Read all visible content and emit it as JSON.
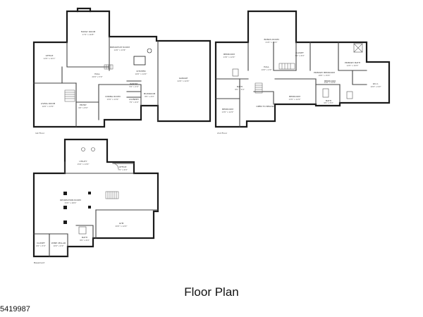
{
  "title": "Floor Plan",
  "listing_id": "5419987",
  "floors": [
    {
      "caption": "1st Floor",
      "rooms": [
        {
          "id": "family",
          "name": "FAMILY ROOM",
          "dims": "17'4\" x 16'8\""
        },
        {
          "id": "office",
          "name": "OFFICE",
          "dims": "12'0\" x 10'1\""
        },
        {
          "id": "breakfast",
          "name": "BREAKFAST ROOM",
          "dims": "14'0\" x 13'6\""
        },
        {
          "id": "kitchen",
          "name": "KITCHEN",
          "dims": "16'0\" x 14'0\""
        },
        {
          "id": "garage",
          "name": "GARAGE",
          "dims": "22'0\" x 22'6\""
        },
        {
          "id": "hall1",
          "name": "HALL",
          "dims": "20'0\" x 5'0\""
        },
        {
          "id": "living",
          "name": "LIVING ROOM",
          "dims": "16'0\" x 13'0\""
        },
        {
          "id": "dining",
          "name": "DINING ROOM",
          "dims": "15'0\" x 13'0\""
        },
        {
          "id": "entry",
          "name": "ENTRY",
          "dims": "9'0\" x 8'0\""
        },
        {
          "id": "pantry",
          "name": "PANTRY",
          "dims": "5'0\" x 4'0\""
        },
        {
          "id": "mudroom",
          "name": "MUDROOM",
          "dims": "8'0\" x 6'0\""
        },
        {
          "id": "laundry",
          "name": "LAUNDRY",
          "dims": "7'0\" x 6'0\""
        }
      ]
    },
    {
      "caption": "2nd Floor",
      "rooms": [
        {
          "id": "bonus",
          "name": "BONUS ROOM",
          "dims": "21'0\" x 15'0\""
        },
        {
          "id": "bed1",
          "name": "BEDROOM",
          "dims": "13'0\" x 12'0\""
        },
        {
          "id": "closet",
          "name": "CLOSET",
          "dims": "7'0\" x 6'0\""
        },
        {
          "id": "primary",
          "name": "PRIMARY BEDROOM",
          "dims": "18'0\" x 15'0\""
        },
        {
          "id": "primbath",
          "name": "PRIMARY BATH",
          "dims": "12'0\" x 10'0\""
        },
        {
          "id": "wic",
          "name": "W.I.C.",
          "dims": "10'0\" x 9'0\""
        },
        {
          "id": "hall2",
          "name": "HALL",
          "dims": "14'0\" x 4'0\""
        },
        {
          "id": "bed2",
          "name": "BEDROOM",
          "dims": "13'0\" x 12'0\""
        },
        {
          "id": "bed3",
          "name": "BEDROOM",
          "dims": "13'0\" x 12'0\""
        },
        {
          "id": "bed4",
          "name": "BEDROOM",
          "dims": "14'0\" x 12'0\""
        },
        {
          "id": "bath2",
          "name": "BATH",
          "dims": "8'0\" x 5'0\""
        },
        {
          "id": "bath3",
          "name": "BATH",
          "dims": "9'0\" x 5'0\""
        },
        {
          "id": "open",
          "name": "OPEN TO BELOW",
          "dims": ""
        }
      ]
    },
    {
      "caption": "Basement",
      "rooms": [
        {
          "id": "utility",
          "name": "UTILITY",
          "dims": "15'0\" x 13'0\""
        },
        {
          "id": "office2",
          "name": "OFFICE",
          "dims": "7'0\" x 6'0\""
        },
        {
          "id": "rec",
          "name": "RECREATION ROOM",
          "dims": "33'0\" x 28'0\""
        },
        {
          "id": "gym",
          "name": "GYM",
          "dims": "20'0\" x 12'0\""
        },
        {
          "id": "closet_b",
          "name": "CLOSET",
          "dims": "6'0\" x 5'0\""
        },
        {
          "id": "wine",
          "name": "WINE CELLAR",
          "dims": "10'0\" x 6'0\""
        },
        {
          "id": "bath_b",
          "name": "BATH",
          "dims": "8'0\" x 6'0\""
        }
      ]
    }
  ],
  "colors": {
    "wall": "#1a1a1a",
    "thin_wall": "#666666",
    "background": "#ffffff"
  }
}
